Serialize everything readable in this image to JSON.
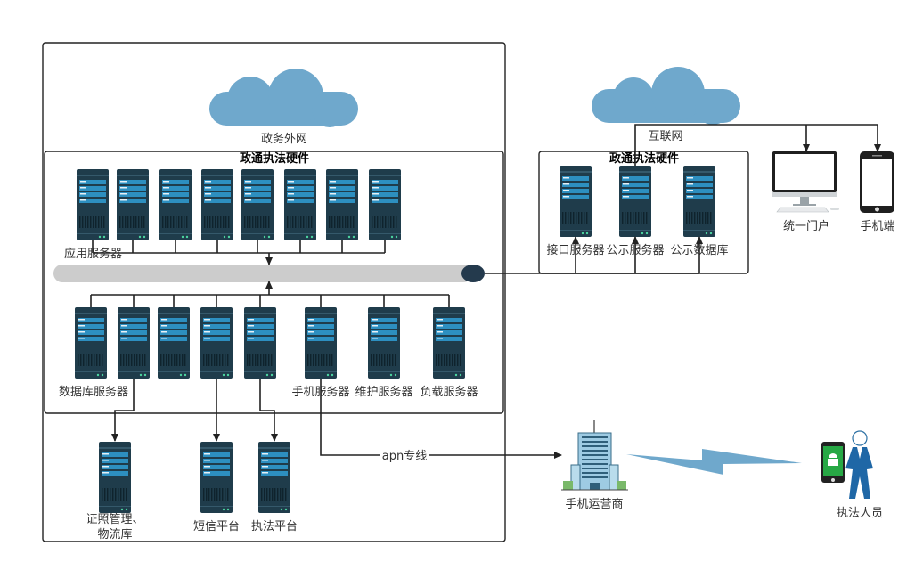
{
  "clouds": {
    "gov_extranet": "政务外网",
    "internet": "互联网"
  },
  "left_box": {
    "title": "政通执法硬件",
    "app_servers_label": "应用服务器",
    "db_servers_label": "数据库服务器",
    "mobile_server_label": "手机服务器",
    "maintenance_server_label": "维护服务器",
    "load_server_label": "负载服务器"
  },
  "bottom": {
    "cert_mgmt_label_line1": "证照管理、",
    "cert_mgmt_label_line2": "物流库",
    "sms_platform_label": "短信平台",
    "enforcement_platform_label": "执法平台",
    "apn_label": "apn专线",
    "carrier_label": "手机运营商",
    "officer_label": "执法人员"
  },
  "right_box": {
    "title": "政通执法硬件",
    "interface_server_label": "接口服务器",
    "public_server_label": "公示服务器",
    "public_db_label": "公示数据库"
  },
  "clients": {
    "portal_label": "统一门户",
    "mobile_label": "手机端"
  },
  "colors": {
    "cloud": "#6fa8cc",
    "server_body": "#1f3c4b",
    "server_screen": "#2d8fc0",
    "bus": "#cccccc",
    "line": "#222222"
  }
}
